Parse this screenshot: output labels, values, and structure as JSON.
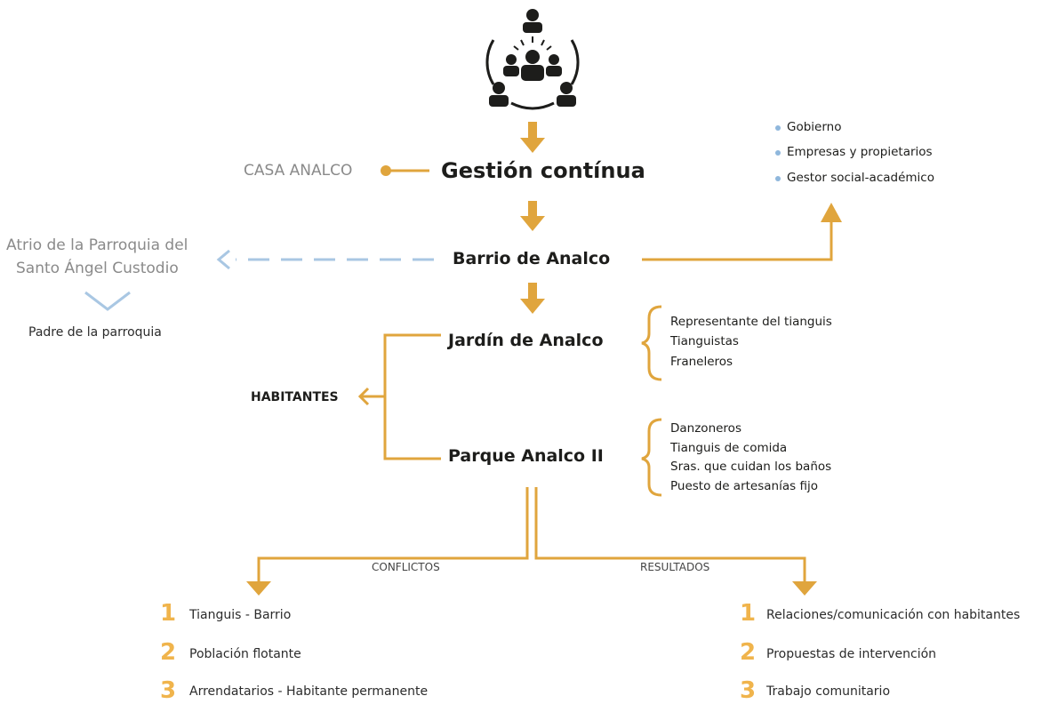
{
  "colors": {
    "accent": "#e0a53d",
    "number": "#f0b44c",
    "dashed_link": "#a9c7e3",
    "bullet": "#8fb7dc",
    "text": "#1d1d1b",
    "muted": "#8a8a8a"
  },
  "top_icon": "people-meeting-icon",
  "nodes": {
    "gestion": "Gestión contínua",
    "casa": "CASA ANALCO",
    "barrio": "Barrio de Analco",
    "atrio_line1": "Atrio de la Parroquia del",
    "atrio_line2": "Santo  Ángel  Custodio",
    "padre": "Padre de la parroquia",
    "jardin": "Jardín de Analco",
    "parque": "Parque Analco II",
    "habitantes": "HABITANTES"
  },
  "stakeholders": [
    "Gobierno",
    "Empresas y propietarios",
    "Gestor social-académico"
  ],
  "jardin_actors": [
    "Representante del tianguis",
    "Tianguistas",
    "Franeleros"
  ],
  "parque_actors": [
    "Danzoneros",
    "Tianguis de comida",
    "Sras. que cuidan los baños",
    "Puesto de artesanías fijo"
  ],
  "branches": {
    "conflictos": "CONFLICTOS",
    "resultados": "RESULTADOS"
  },
  "conflictos": [
    {
      "num": "1",
      "text": "Tianguis - Barrio"
    },
    {
      "num": "2",
      "text": "Población flotante"
    },
    {
      "num": "3",
      "text": "Arrendatarios - Habitante permanente"
    }
  ],
  "resultados": [
    {
      "num": "1",
      "text": "Relaciones/comunicación con habitantes"
    },
    {
      "num": "2",
      "text": "Propuestas de intervención"
    },
    {
      "num": "3",
      "text": "Trabajo comunitario"
    }
  ]
}
